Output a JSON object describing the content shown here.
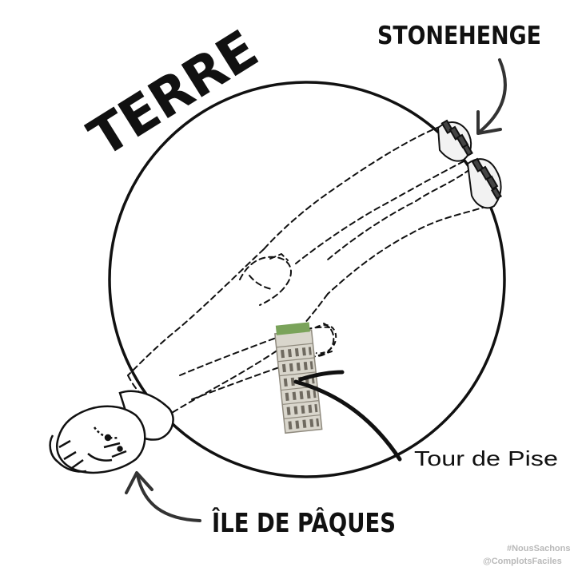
{
  "title": "TERRE",
  "labels": {
    "stonehenge": "STONEHENGE",
    "ile_de_paques": "ÎLE DE PÂQUES",
    "tour_de_pise": "Tour de Pise"
  },
  "watermark": {
    "hashtag": "#NousSachons",
    "handle": "@ComplotsFaciles"
  },
  "colors": {
    "ink": "#111111",
    "tower_stone": "#d9d6cc",
    "tower_dark": "#8f8a7e",
    "tower_grass": "#7aa35a",
    "watermark": "#b9b9b9"
  },
  "icons": [
    "stonehenge-feet-icon",
    "easter-island-fist-icon",
    "pisa-tower-icon"
  ]
}
